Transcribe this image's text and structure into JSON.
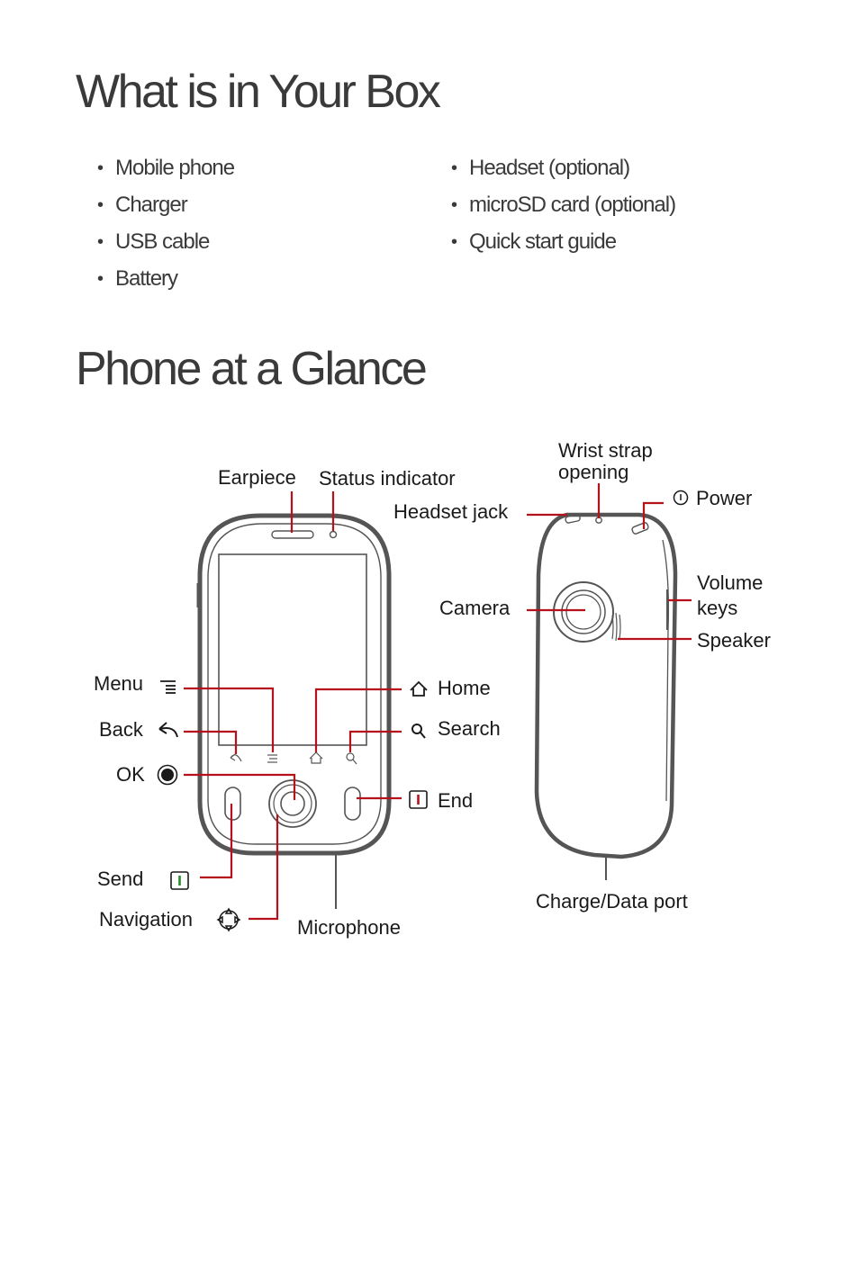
{
  "box": {
    "title": "What is in Your Box",
    "items_left": [
      "Mobile phone",
      "Charger",
      "USB cable",
      "Battery"
    ],
    "items_right": [
      "Headset (optional)",
      "microSD card (optional)",
      "Quick start guide"
    ]
  },
  "glance": {
    "title": "Phone at a Glance",
    "labels": {
      "earpiece": "Earpiece",
      "status_indicator": "Status indicator",
      "wrist_strap_1": "Wrist strap",
      "wrist_strap_2": "opening",
      "power": "Power",
      "headset_jack": "Headset jack",
      "camera": "Camera",
      "volume_1": "Volume",
      "volume_2": "keys",
      "speaker": "Speaker",
      "menu": "Menu",
      "home": "Home",
      "back": "Back",
      "search": "Search",
      "ok": "OK",
      "end": "End",
      "send": "Send",
      "navigation": "Navigation",
      "microphone": "Microphone",
      "charge_port": "Charge/Data port"
    },
    "icons": [
      "menu-icon",
      "back-icon",
      "ok-icon",
      "send-icon",
      "navigation-icon",
      "home-icon",
      "search-icon",
      "end-icon",
      "power-icon"
    ]
  }
}
